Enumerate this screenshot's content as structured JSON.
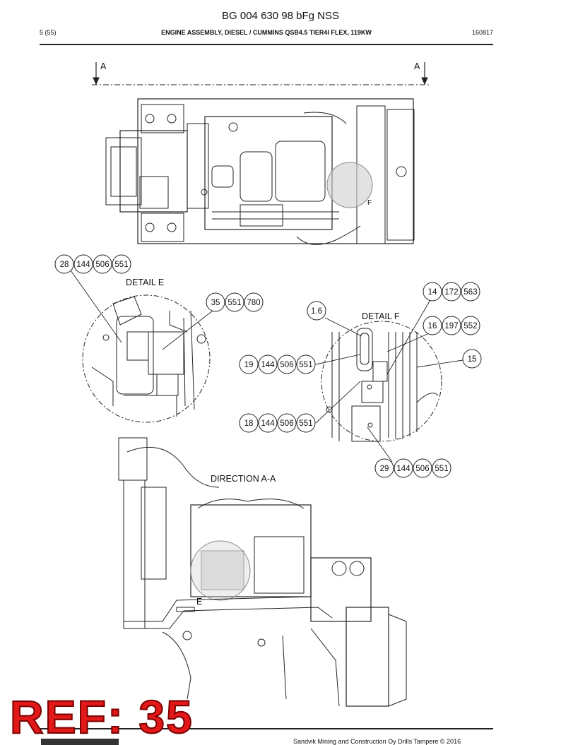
{
  "header": {
    "title": "BG 004 630 98 bFg NSS",
    "page": "5 (55)",
    "subtitle": "ENGINE ASSEMBLY, DIESEL / CUMMINS QSB4.5 TIER4I FLEX, 119KW",
    "code": "160817"
  },
  "section_marks": {
    "left": "A",
    "right": "A"
  },
  "labels": {
    "detail_e": "DETAIL E",
    "detail_f": "DETAIL F",
    "direction": "DIRECTION A-A",
    "e_mark": "E",
    "f_mark": "F",
    "dim": "1.6"
  },
  "callouts": {
    "c1": [
      "28",
      "144",
      "506",
      "551"
    ],
    "c2": [
      "35",
      "551",
      "780"
    ],
    "c3": [
      "14",
      "172",
      "563"
    ],
    "c4": [
      "16",
      "197",
      "552"
    ],
    "c5": [
      "15"
    ],
    "c6": [
      "19",
      "144",
      "506",
      "551"
    ],
    "c7": [
      "18",
      "144",
      "506",
      "551"
    ],
    "c8": [
      "29",
      "144",
      "506",
      "551"
    ]
  },
  "footer": {
    "text": "Sandvik Mining and Construction Oy Drills Tampere © 2016"
  },
  "overlay": {
    "ref": "REF: 35",
    "color": "#e31919"
  }
}
